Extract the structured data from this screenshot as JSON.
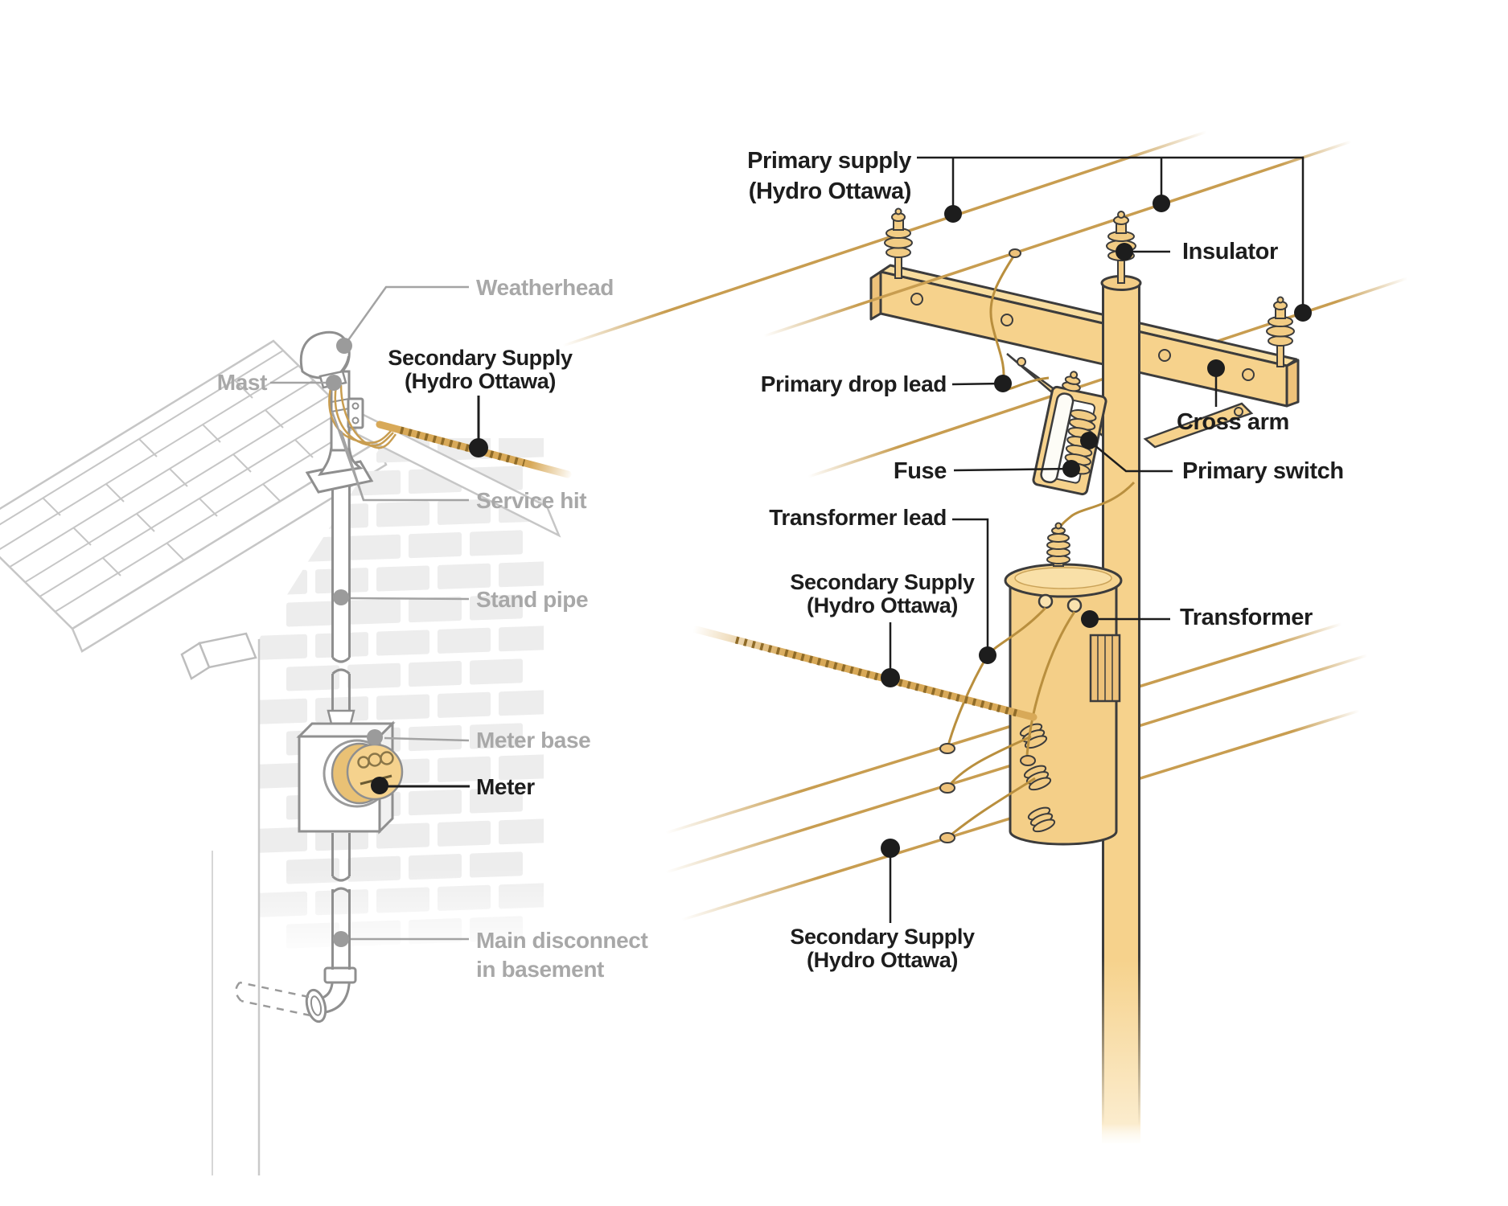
{
  "title": "Electrical service connection diagram (Hydro Ottawa)",
  "labels": {
    "weatherhead": "Weatherhead",
    "mast": "Mast",
    "secondary_supply_house_1": "Secondary Supply",
    "secondary_supply_house_2": "(Hydro Ottawa)",
    "service_hit": "Service hit",
    "stand_pipe": "Stand pipe",
    "meter_base": "Meter base",
    "meter": "Meter",
    "main_disconnect_1": "Main disconnect",
    "main_disconnect_2": "in basement",
    "primary_supply_1": "Primary supply",
    "primary_supply_2": "(Hydro Ottawa)",
    "insulator": "Insulator",
    "primary_drop_lead": "Primary drop lead",
    "cross_arm": "Cross arm",
    "fuse": "Fuse",
    "primary_switch": "Primary switch",
    "transformer_lead": "Transformer lead",
    "secondary_supply_mid_1": "Secondary Supply",
    "secondary_supply_mid_2": "(Hydro Ottawa)",
    "transformer": "Transformer",
    "secondary_supply_bottom_1": "Secondary Supply",
    "secondary_supply_bottom_2": "(Hydro Ottawa)"
  },
  "colors": {
    "gray_label": "#a8a8a8",
    "black_label": "#1d1d1d",
    "wood": "#f6d28c",
    "wood_light": "#f8dd9f",
    "wood_dark": "#eec27a",
    "wire_gold": "#c89d50",
    "cable_gold": "#d8a958",
    "outline_dark": "#3c3c3c",
    "structure_gray": "#8f8f8f",
    "roof_gray": "#c2c2c2",
    "brick_gray": "#ededed",
    "meter_yellow": "#f5d28d",
    "background": "#ffffff"
  }
}
